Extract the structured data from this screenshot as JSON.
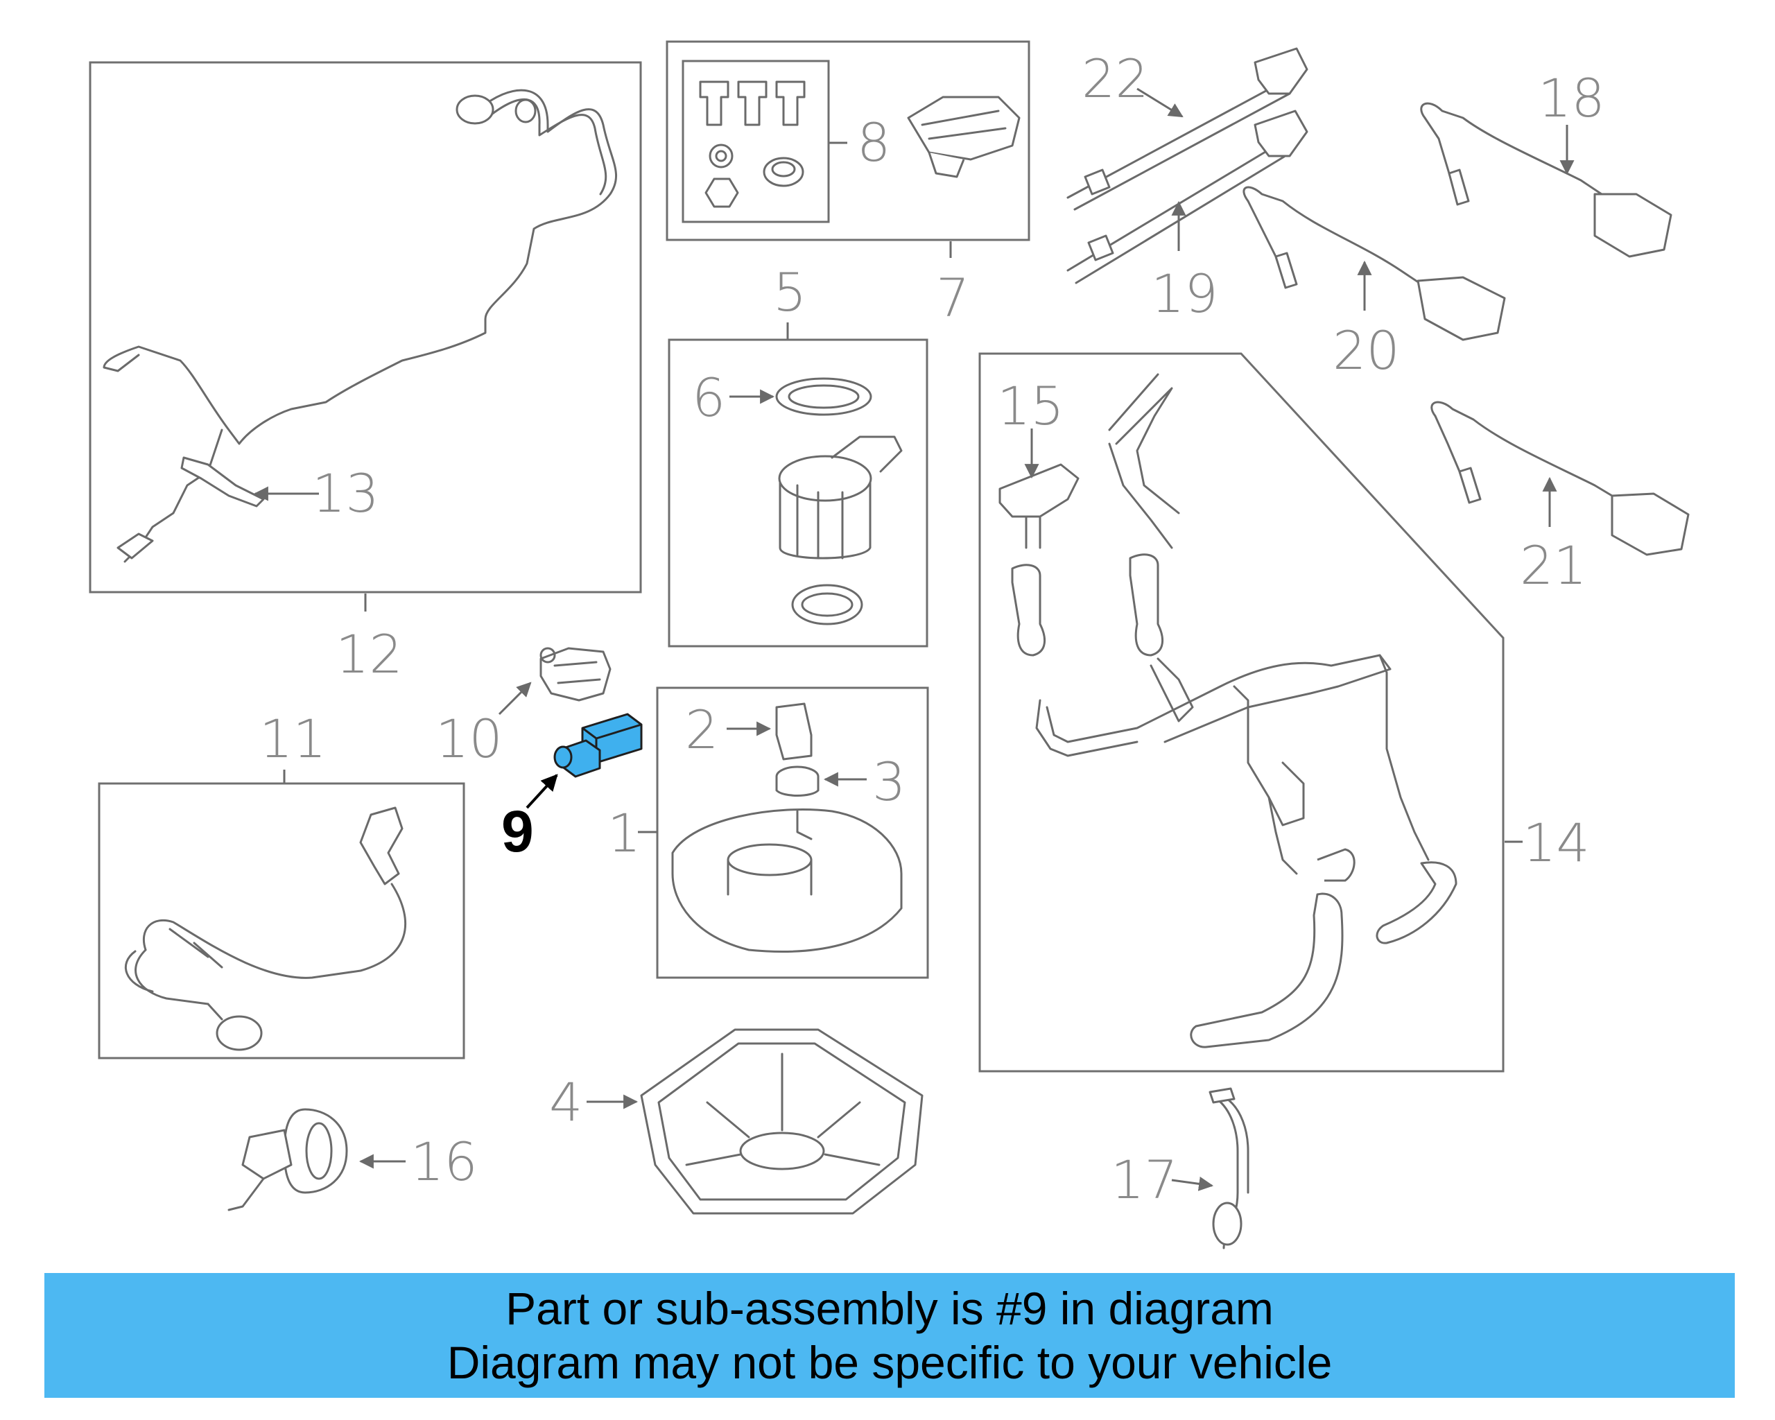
{
  "callouts": {
    "c1": "1",
    "c2": "2",
    "c3": "3",
    "c4": "4",
    "c5": "5",
    "c6": "6",
    "c7": "7",
    "c8": "8",
    "c9": "9",
    "c10": "10",
    "c11": "11",
    "c12": "12",
    "c13": "13",
    "c14": "14",
    "c15": "15",
    "c16": "16",
    "c17": "17",
    "c18": "18",
    "c19": "19",
    "c20": "20",
    "c21": "21",
    "c22": "22"
  },
  "highlight": {
    "color": "#3fb0ee"
  },
  "banner": {
    "line1": "Part or sub-assembly is #9 in diagram",
    "line2": "Diagram may not be specific to your vehicle",
    "color": "#4db8f2"
  }
}
